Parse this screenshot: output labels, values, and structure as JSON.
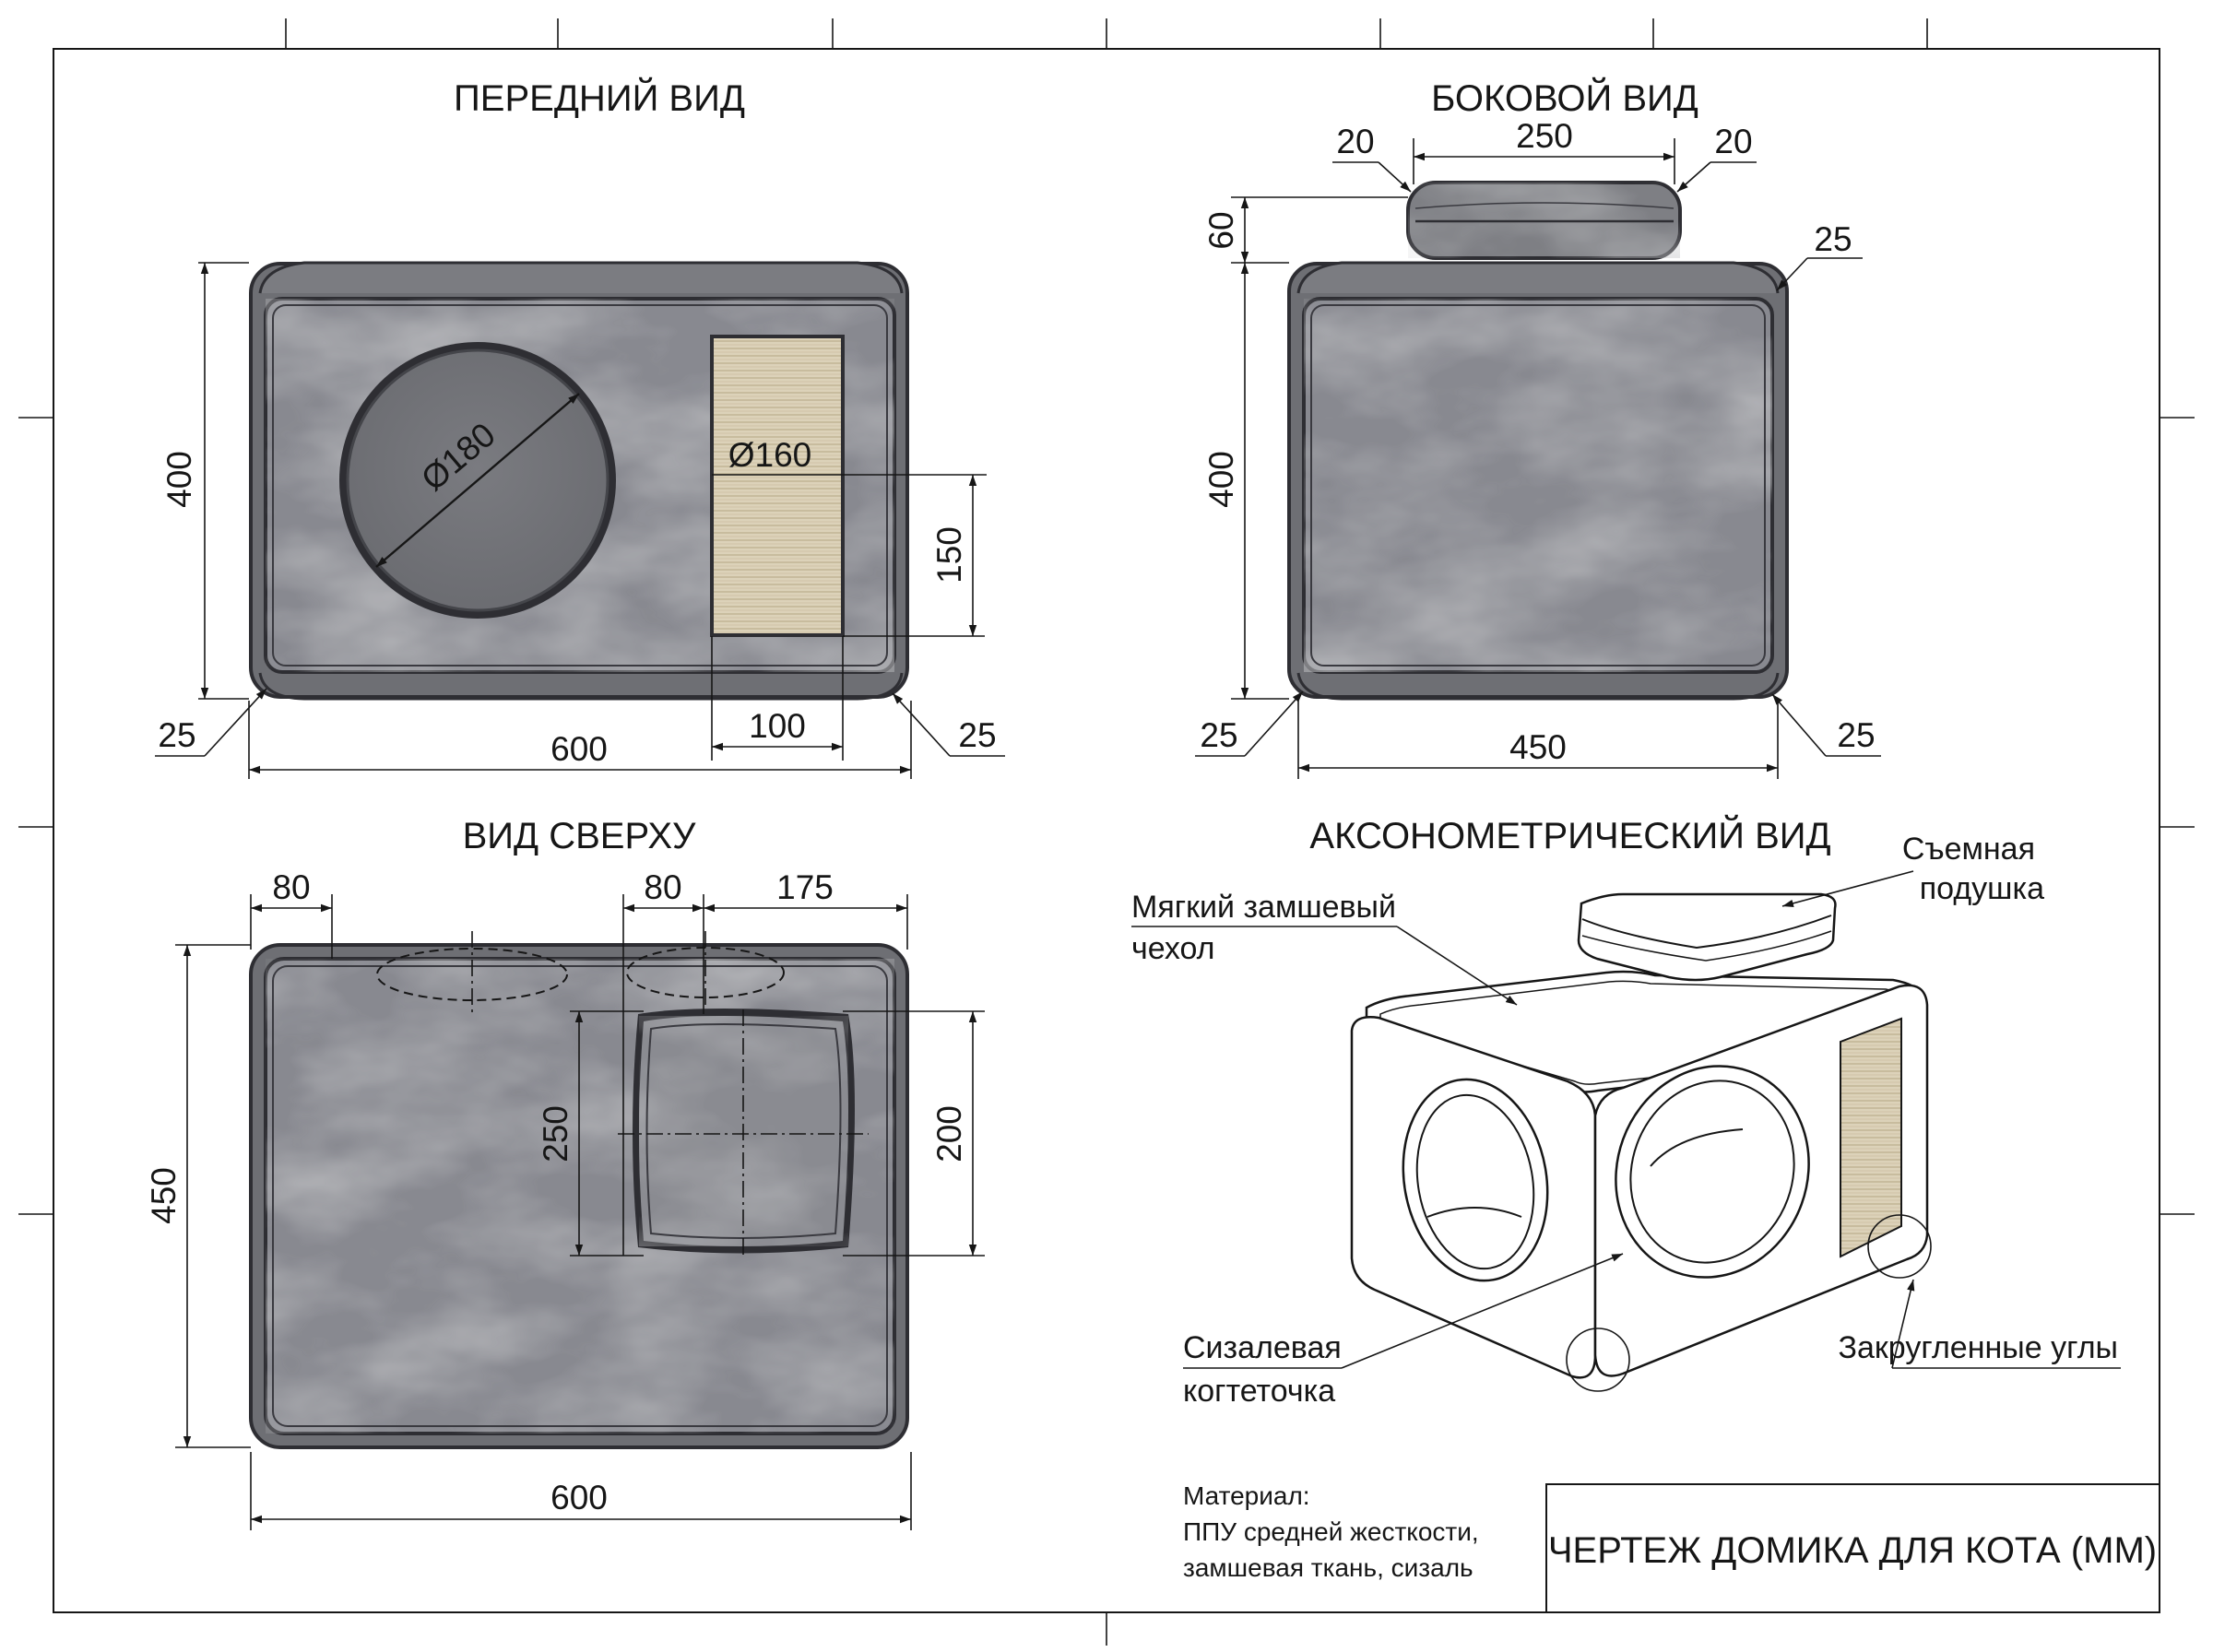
{
  "views": {
    "front": {
      "title": "ПЕРЕДНИЙ ВИД",
      "dims": {
        "width": "600",
        "height": "400",
        "corner_left": "25",
        "corner_right": "25",
        "hole_dia": "Ø180",
        "scratch_dia": "Ø160",
        "scratch_height": "150",
        "scratch_width": "100"
      }
    },
    "side": {
      "title": "БОКОВОЙ ВИД",
      "dims": {
        "pillow_width": "250",
        "pillow_left": "20",
        "pillow_right": "20",
        "pillow_height": "60",
        "top_corner": "25",
        "height": "400",
        "corner_left": "25",
        "corner_right": "25",
        "width": "450"
      }
    },
    "top": {
      "title": "ВИД СВЕРХУ",
      "dims": {
        "left_offset": "80",
        "pillow_offset": "80",
        "right_offset": "175",
        "depth": "450",
        "pillow_length": "250",
        "pillow_depth": "200",
        "width": "600"
      }
    },
    "iso": {
      "title": "АКСОНОМЕТРИЧЕСКИЙ ВИД",
      "callouts": {
        "cover_1": "Мягкий замшевый",
        "cover_2": "чехол",
        "pillow_1": "Съемная",
        "pillow_2": "подушка",
        "sisal_1": "Сизалевая",
        "sisal_2": "когтеточка",
        "corners": "Закругленные углы"
      }
    }
  },
  "material": {
    "label": "Материал:",
    "line1": "ППУ средней жесткости,",
    "line2": "замшевая ткань, сизаль"
  },
  "stamp_title": "ЧЕРТЕЖ ДОМИКА ДЛЯ КОТА (ММ)",
  "colors": {
    "suede": "#7e7f84",
    "suede_light": "#9fa0a5",
    "outline": "#2e2e33",
    "sisal": "#d9ceb4",
    "line": "#161616"
  }
}
